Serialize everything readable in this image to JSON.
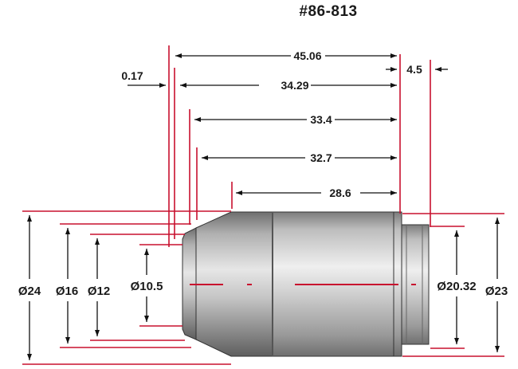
{
  "part_number": "#86-813",
  "dimensions": {
    "overall_length": "45.06",
    "cover_glass": "0.17",
    "parfocal_length": "34.29",
    "length_c": "33.4",
    "length_b": "32.7",
    "length_a": "28.6",
    "thread_length": "4.5",
    "dia_body": "Ø24",
    "dia_16": "Ø16",
    "dia_12": "Ø12",
    "dia_front": "Ø10.5",
    "dia_thread": "Ø20.32",
    "dia_23": "Ø23"
  },
  "colors": {
    "extension_line": "#c8102e",
    "dimension_line": "#111111",
    "body_dark": "#8a8a8a",
    "body_light": "#ededed"
  }
}
